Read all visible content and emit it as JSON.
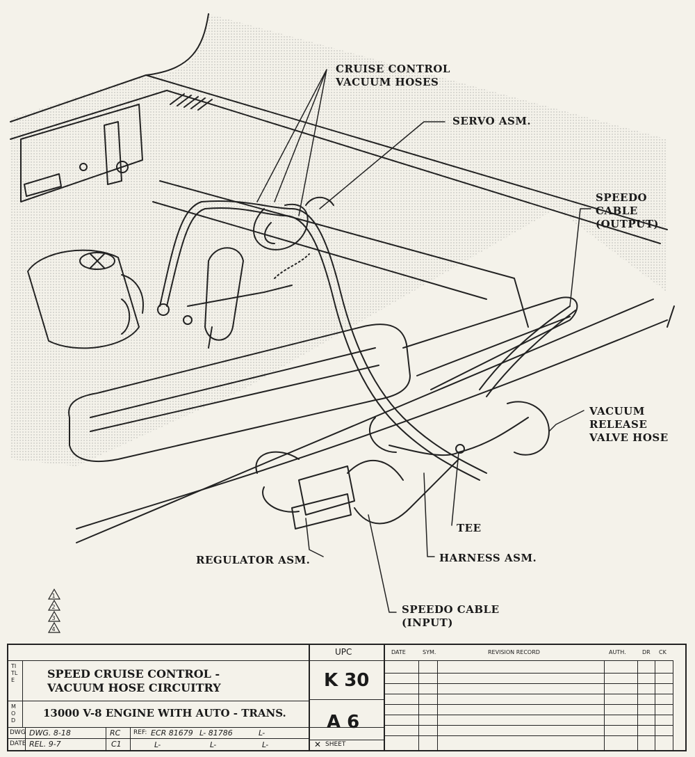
{
  "labels": {
    "cruise_control_vacuum_hoses": [
      "CRUISE CONTROL",
      "VACUUM HOSES"
    ],
    "servo_asm": "SERVO ASM.",
    "speedo_cable_output": [
      "SPEEDO",
      "CABLE",
      "(OUTPUT)"
    ],
    "vacuum_release_valve_hose": [
      "VACUUM",
      "RELEASE",
      "VALVE HOSE"
    ],
    "tee": "TEE",
    "harness_asm": "HARNESS ASM.",
    "regulator_asm": "REGULATOR ASM.",
    "speedo_cable_input": [
      "SPEEDO CABLE",
      "(INPUT)"
    ]
  },
  "revision_triangles": [
    "1",
    "2",
    "3",
    "4"
  ],
  "title_block": {
    "title_side_label": "TITLE",
    "title_lines": [
      "SPEED CRUISE CONTROL -",
      "VACUUM HOSE CIRCUITRY"
    ],
    "mod_side_label": "MOD",
    "model": "13000 V-8 ENGINE WITH AUTO - TRANS.",
    "dwg_label": "DWG",
    "dwg_value": "DWG. 8-18",
    "dwg_initials": "RC",
    "date_label": "DATE",
    "date_value": "REL. 9-7",
    "date_initials": "C1",
    "ref_label": "REF:",
    "ref_value": "ECR 81679",
    "ref_entries": [
      "L- 81786",
      "L-",
      "L-",
      "L-",
      "L-"
    ],
    "upc_label": "UPC",
    "upc_code": "K 30",
    "sheet_code": "A 6",
    "sheet_label": "SHEET",
    "revision_headers": {
      "date": "DATE",
      "sym": "SYM.",
      "record": "REVISION RECORD",
      "auth": "AUTH.",
      "dr": "DR",
      "ck": "CK"
    }
  }
}
